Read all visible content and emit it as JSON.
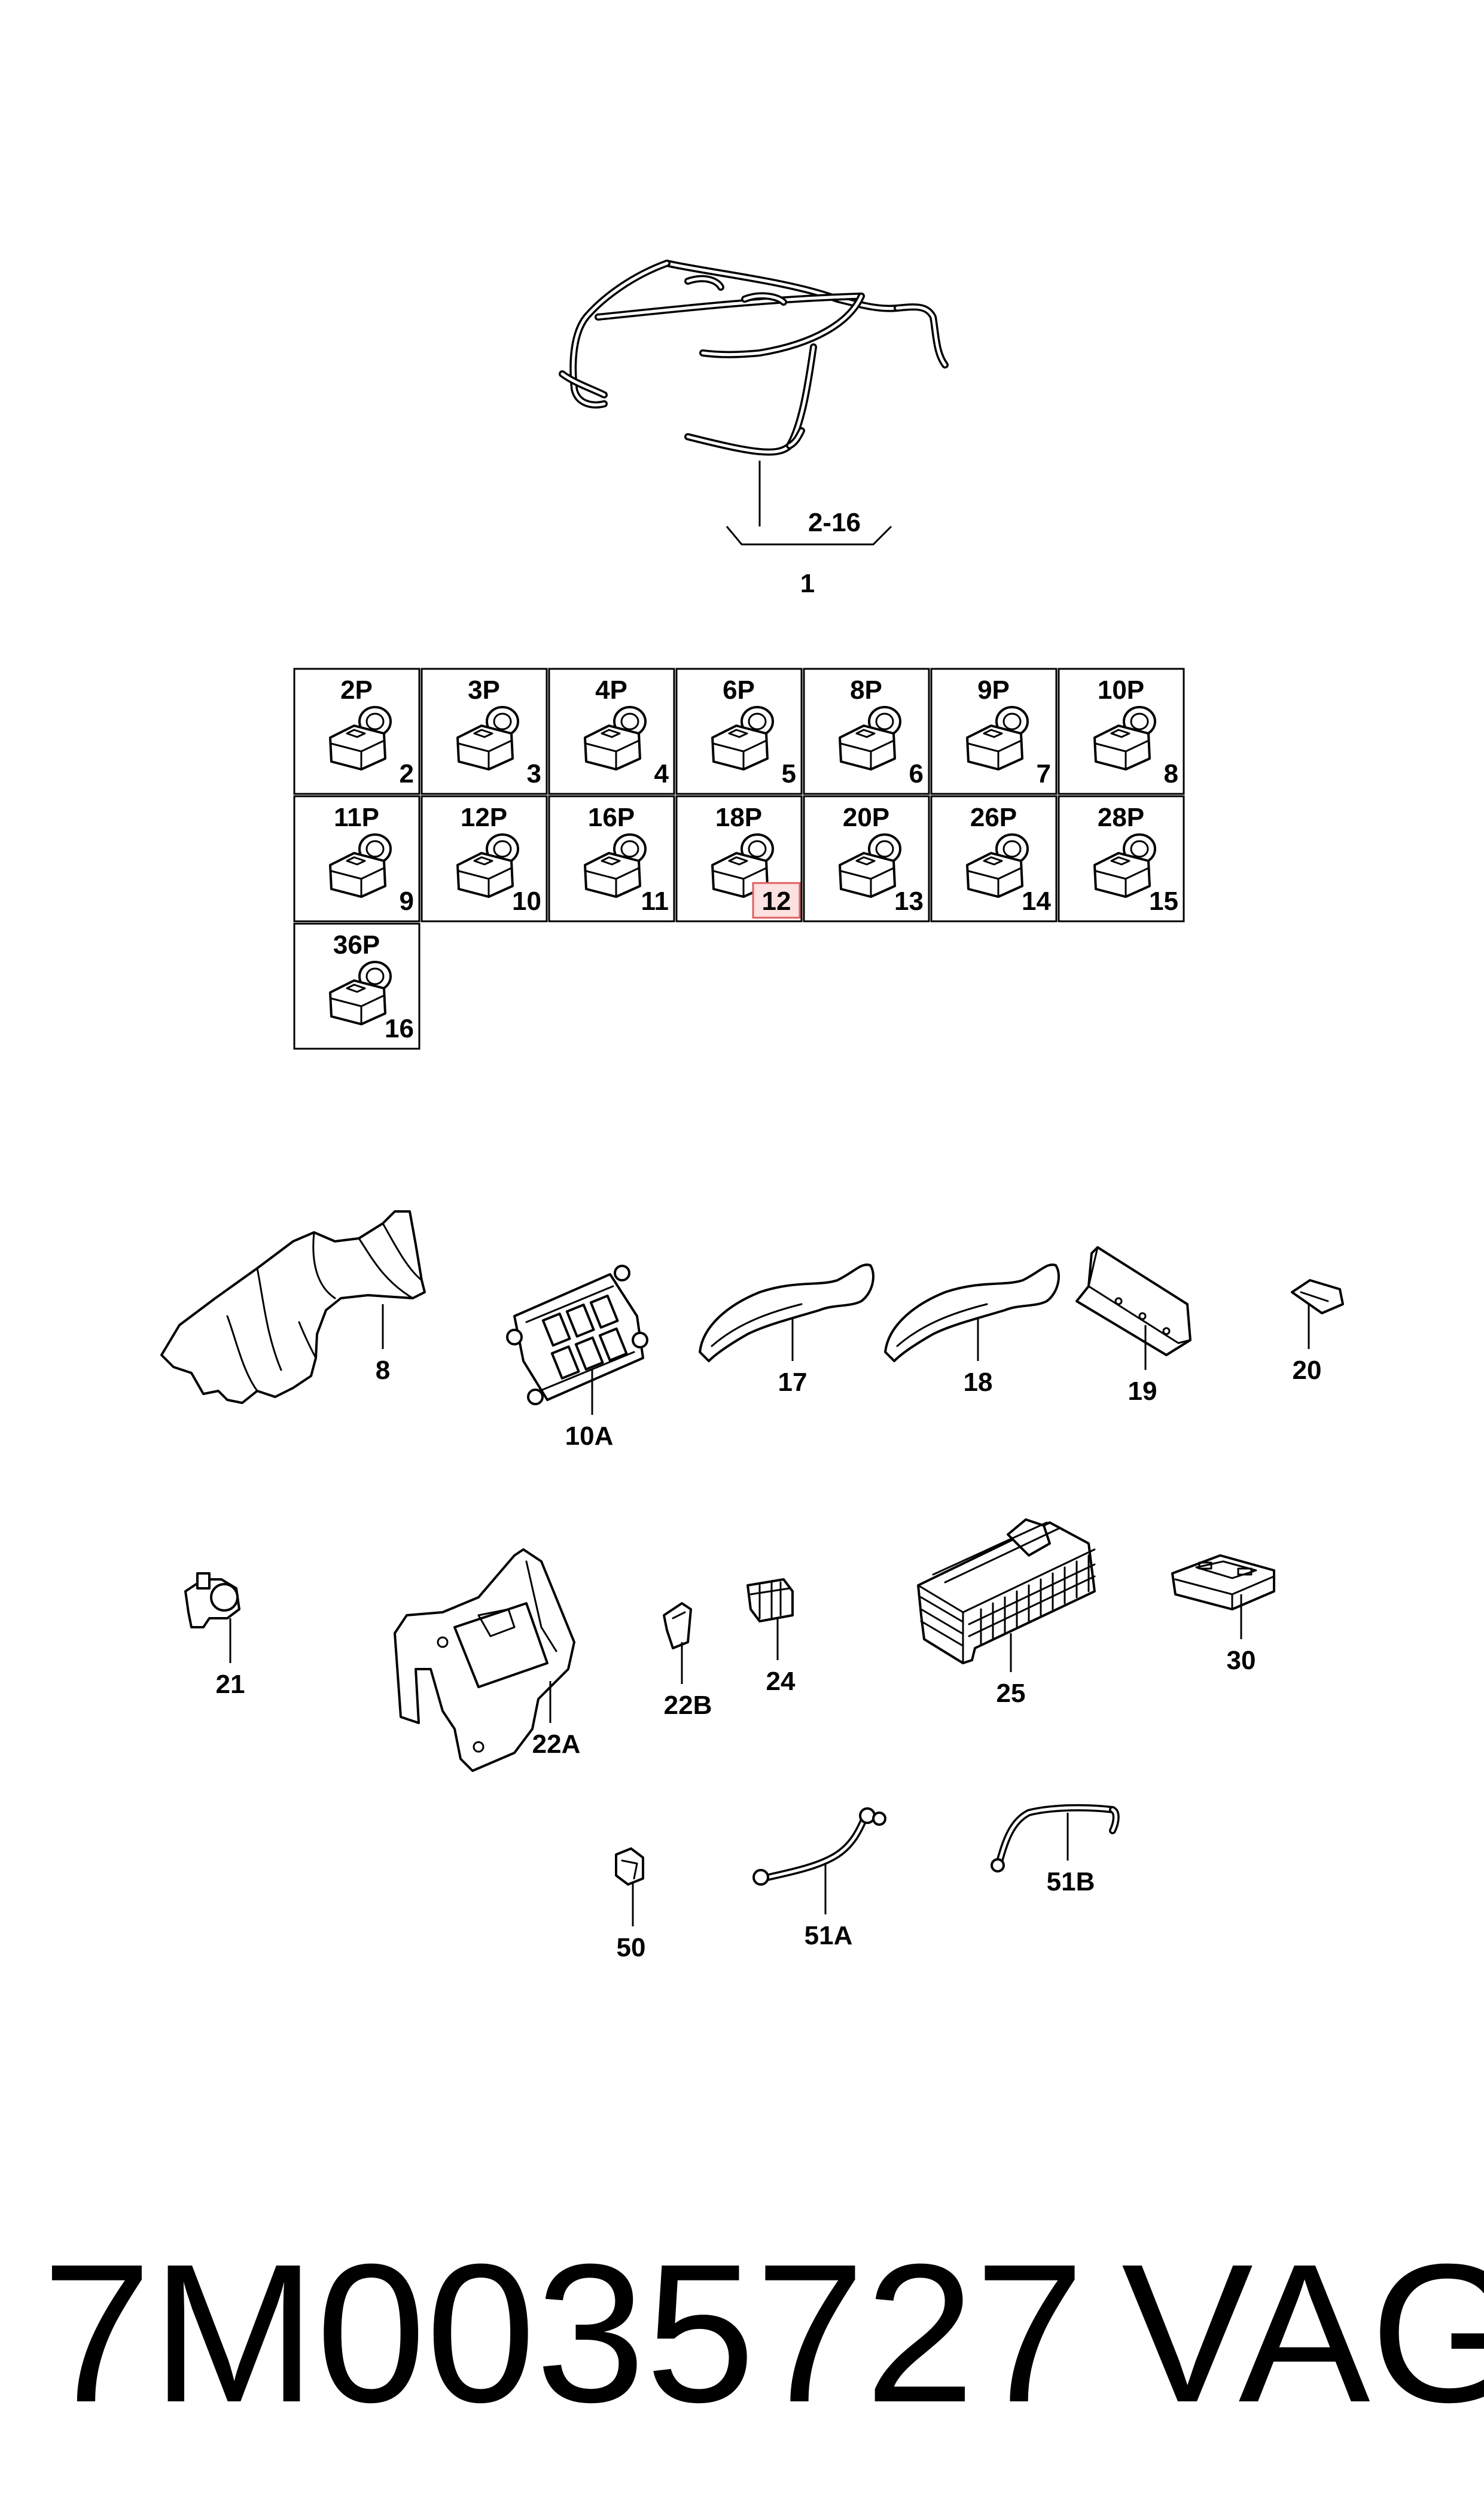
{
  "harness": {
    "range_label": "2-16",
    "item_label": "1"
  },
  "connectors": [
    {
      "pins": "2P",
      "num": "2"
    },
    {
      "pins": "3P",
      "num": "3"
    },
    {
      "pins": "4P",
      "num": "4"
    },
    {
      "pins": "6P",
      "num": "5"
    },
    {
      "pins": "8P",
      "num": "6"
    },
    {
      "pins": "9P",
      "num": "7"
    },
    {
      "pins": "10P",
      "num": "8"
    },
    {
      "pins": "11P",
      "num": "9"
    },
    {
      "pins": "12P",
      "num": "10"
    },
    {
      "pins": "16P",
      "num": "11"
    },
    {
      "pins": "18P",
      "num": "12",
      "highlighted": true
    },
    {
      "pins": "20P",
      "num": "13"
    },
    {
      "pins": "26P",
      "num": "14"
    },
    {
      "pins": "28P",
      "num": "15"
    },
    {
      "pins": "36P",
      "num": "16"
    }
  ],
  "parts": {
    "p8": "8",
    "p10a": "10A",
    "p17": "17",
    "p18": "18",
    "p19": "19",
    "p20": "20",
    "p21": "21",
    "p22a": "22A",
    "p22b": "22B",
    "p24": "24",
    "p25": "25",
    "p30": "30",
    "p50": "50",
    "p51a": "51A",
    "p51b": "51B"
  },
  "footer": {
    "part_number": "7M0035727",
    "brand": "VAG"
  },
  "colors": {
    "highlight_fill": "#fde0e0",
    "highlight_stroke": "#e06060"
  }
}
